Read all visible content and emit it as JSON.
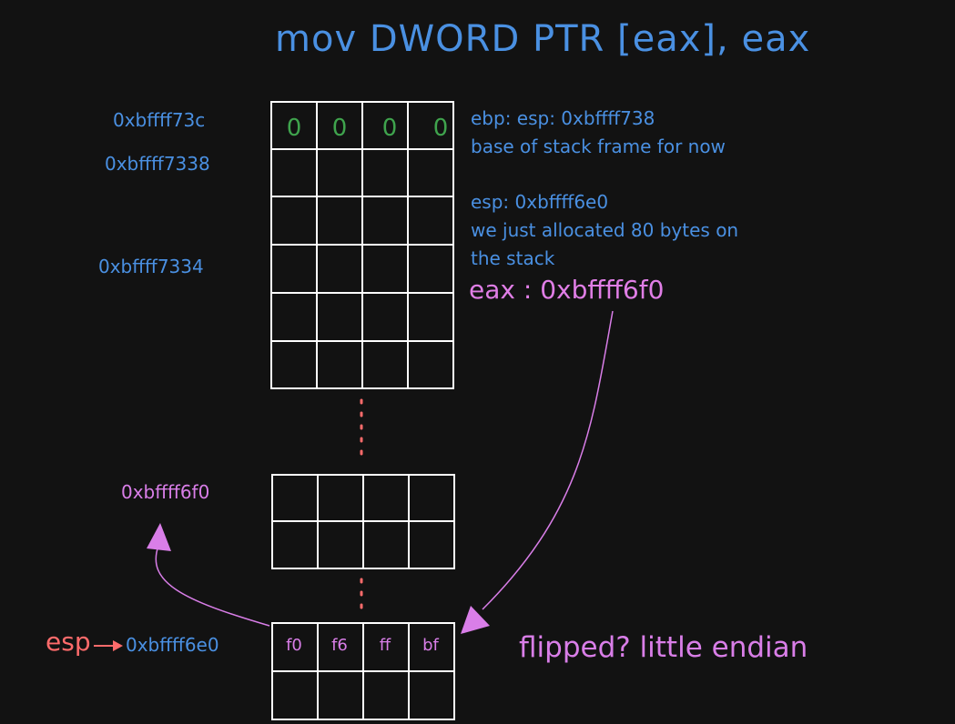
{
  "title": "mov DWORD PTR [eax], eax",
  "addresses": {
    "a73c": "0xbffff73c",
    "a7338": "0xbffff7338",
    "a7334": "0xbffff7334",
    "a6f0": "0xbffff6f0",
    "a6e0": "0xbffff6e0"
  },
  "notes": {
    "ebp_line1": "ebp: esp: 0xbffff738",
    "ebp_line2": "base of stack frame for now",
    "esp_line1": "esp: 0xbffff6e0",
    "esp_line2": "we just allocated 80 bytes on",
    "esp_line3": "the stack",
    "eax": "eax : 0xbffff6f0",
    "flipped": "flipped? little endian",
    "esp_label": "esp"
  },
  "top_row_values": [
    "0",
    "0",
    "0",
    "0"
  ],
  "bottom_row_values": [
    "f0",
    "f6",
    "ff",
    "bf"
  ],
  "colors": {
    "background": "#121212",
    "blue": "#4a90e2",
    "pink": "#d97ee8",
    "green": "#3fa34d",
    "red": "#ff6b6b",
    "grid": "#ffffff"
  }
}
